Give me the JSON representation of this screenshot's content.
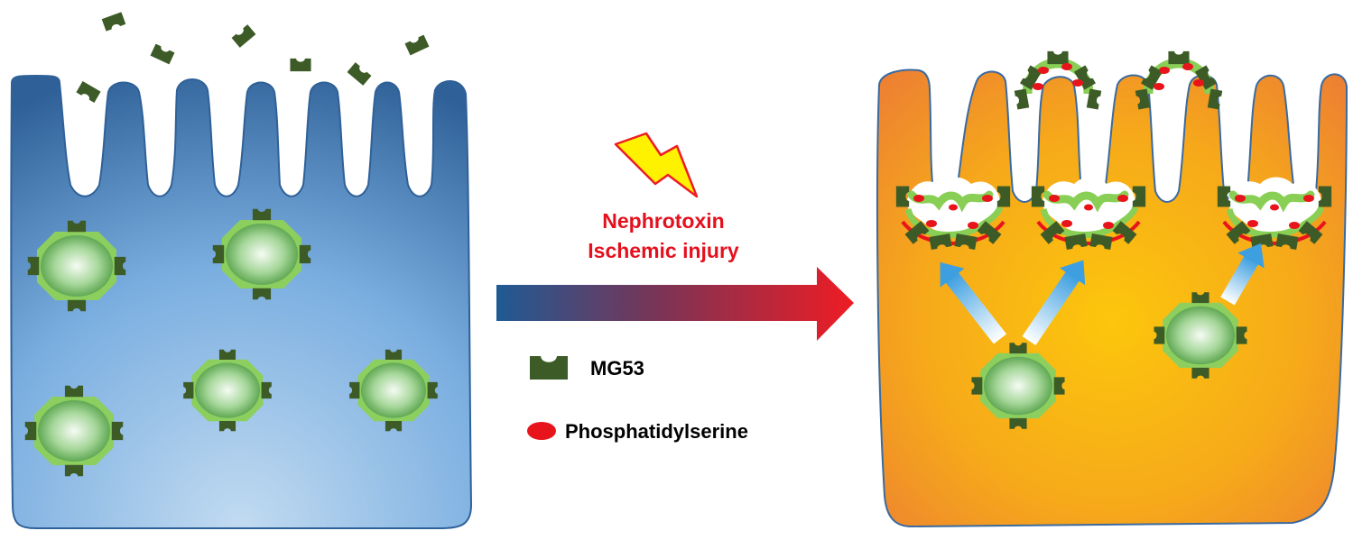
{
  "colors": {
    "healthy_cell_dark": "#3e6fa8",
    "healthy_cell_light": "#c2dbf1",
    "injured_cell_outer": "#ee8334",
    "injured_cell_inner": "#fbc20d",
    "mg53": "#3d5b27",
    "vesicle_light": "#f6fbf4",
    "vesicle_dark": "#5aa64a",
    "vesicle_rim": "#88d35a",
    "phosphatidylserine": "#e8141b",
    "arrow_start": "#1f5a94",
    "arrow_end": "#ee1c24",
    "lightning_fill": "#fff200",
    "lightning_stroke": "#ee1c24",
    "migration_arrow": "#3d9fe0"
  },
  "injury": {
    "line1": "Nephrotoxin",
    "line2": "Ischemic injury"
  },
  "legend": {
    "mg53_label": "MG53",
    "ps_label": "Phosphatidylserine"
  },
  "icons": {
    "injury_symbol": "lightning-bolt-icon",
    "mg53_symbol": "mg53-protein-icon",
    "ps_symbol": "phosphatidylserine-dot-icon"
  }
}
